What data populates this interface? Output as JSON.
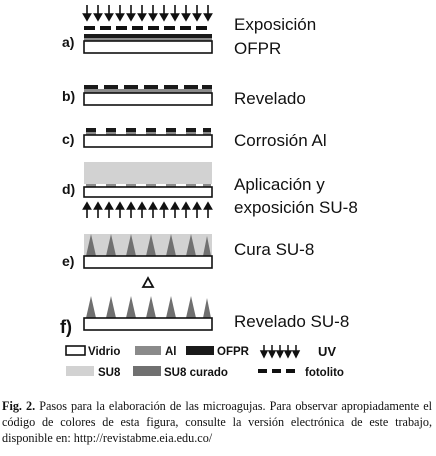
{
  "colors": {
    "glass": "#ffffff",
    "al": "#8a8a8a",
    "ofpr": "#1a1a1a",
    "su8": "#d2d2d2",
    "su8_cured": "#707070",
    "outline": "#111111"
  },
  "steps": [
    {
      "letter": "a)",
      "label_lines": [
        "Exposición",
        "OFPR"
      ]
    },
    {
      "letter": "b)",
      "label_lines": [
        "Revelado"
      ]
    },
    {
      "letter": "c)",
      "label_lines": [
        "Corrosión Al"
      ]
    },
    {
      "letter": "d)",
      "label_lines": [
        "Aplicación y",
        "exposición SU-8"
      ]
    },
    {
      "letter": "e)",
      "label_lines": [
        "Cura SU-8"
      ]
    },
    {
      "letter": "f)",
      "label_lines": [
        "Revelado SU-8"
      ]
    }
  ],
  "legend": [
    {
      "key": "glass",
      "label": "Vidrio",
      "icon": "glass-swatch"
    },
    {
      "key": "al",
      "label": "Al",
      "icon": "al-swatch"
    },
    {
      "key": "ofpr",
      "label": "OFPR",
      "icon": "ofpr-swatch"
    },
    {
      "key": "uv",
      "label": "UV",
      "icon": "uv-arrows-icon"
    },
    {
      "key": "su8",
      "label": "SU8",
      "icon": "su8-swatch"
    },
    {
      "key": "su8_cured",
      "label": "SU8 curado",
      "icon": "su8-cured-swatch"
    },
    {
      "key": "photomask",
      "label": "fotolito",
      "icon": "photomask-dash-icon"
    }
  ],
  "caption": {
    "lead": "Fig. 2.",
    "text": "Pasos para la elaboración de las microagujas. Para observar apropiadamente el código de colores de esta figura, consulte la versión electrónica de este trabajo, disponible en: http://revistabme.eia.edu.co/"
  }
}
